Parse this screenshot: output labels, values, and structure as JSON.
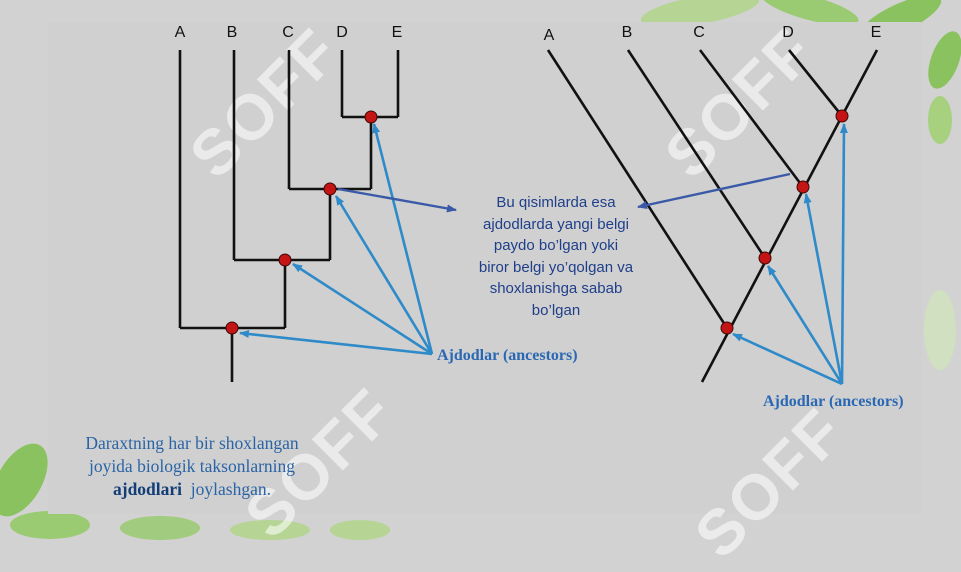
{
  "left_tree": {
    "tips": [
      "A",
      "B",
      "C",
      "D",
      "E"
    ]
  },
  "right_tree": {
    "tips": [
      "A",
      "B",
      "C",
      "D",
      "E"
    ]
  },
  "callout": {
    "lines": [
      "Bu qisimlarda esa",
      "ajdodlarda yangi belgi",
      "paydo bo’lgan yoki",
      "biror belgi yo’qolgan va",
      "shoxlanishga sabab",
      "bo’lgan"
    ]
  },
  "ancestor_label_left": "Ajdodlar (ancestors)",
  "ancestor_label_right": "Ajdodlar (ancestors)",
  "caption": {
    "line1": "Daraxtning har bir shoxlangan",
    "line2": "joyida biologik taksonlarning",
    "bold": "ajdodlari",
    "rest": "joylashgan."
  },
  "watermark": "SOFF",
  "colors": {
    "node": "#c41414",
    "arrow": "#2e8ac8",
    "callout_arrow": "#3a5aa8",
    "caption": "#2a64a6",
    "leaf": "#7cc04a"
  }
}
